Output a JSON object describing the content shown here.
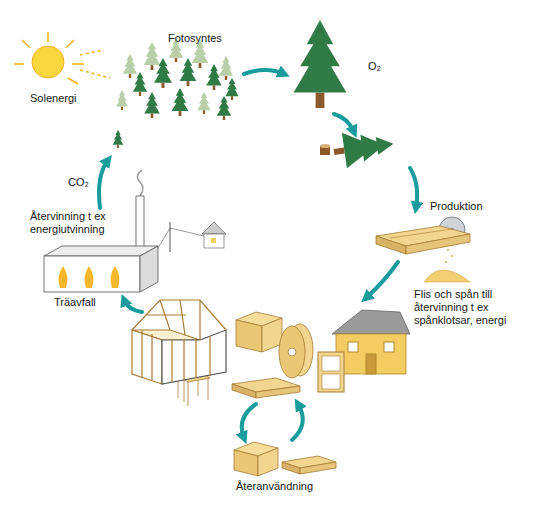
{
  "diagram": {
    "labels": [
      "Fotosyntes",
      "Solenergi",
      "O₂",
      "Produktion",
      "Flis och spån till återvinning t ex spånklotsar, energi",
      "Återvinning t ex energiutvinning",
      "CO₂",
      "Träavfall",
      "Återanvändning"
    ]
  }
}
